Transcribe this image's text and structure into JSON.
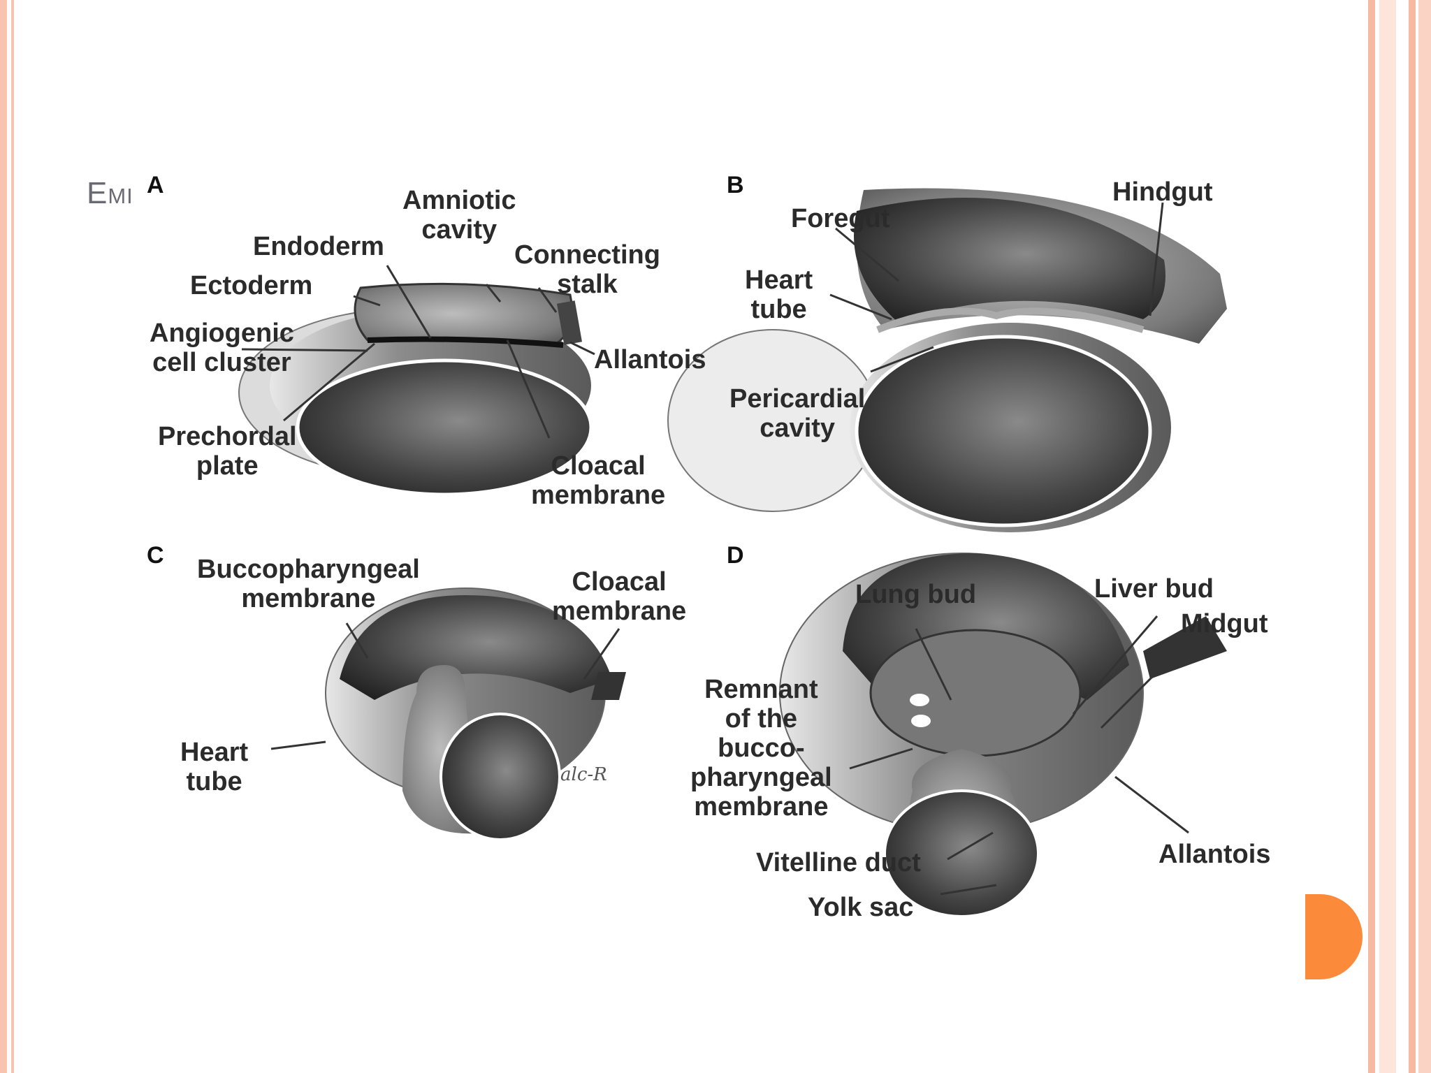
{
  "slide": {
    "title": "Emi",
    "accent_color": "#fb8a3b",
    "decor_color": "#f8b9a3"
  },
  "figure": {
    "panels": {
      "A": {
        "letter": "A",
        "labels": {
          "amniotic_cavity": "Amniotic\ncavity",
          "endoderm": "Endoderm",
          "connecting_stalk": "Connecting\nstalk",
          "ectoderm": "Ectoderm",
          "angiogenic_cell_cluster": "Angiogenic\ncell cluster",
          "allantois": "Allantois",
          "prechordal_plate": "Prechordal\nplate",
          "cloacal_membrane": "Cloacal\nmembrane"
        }
      },
      "B": {
        "letter": "B",
        "labels": {
          "hindgut": "Hindgut",
          "foregut": "Foregut",
          "heart_tube": "Heart\ntube",
          "pericardial_cavity": "Pericardial\ncavity"
        }
      },
      "C": {
        "letter": "C",
        "labels": {
          "buccopharyngeal_membrane": "Buccopharyngeal\nmembrane",
          "cloacal_membrane": "Cloacal\nmembrane",
          "heart_tube": "Heart\ntube"
        },
        "signature": "alc-R"
      },
      "D": {
        "letter": "D",
        "labels": {
          "lung_bud": "Lung bud",
          "liver_bud": "Liver bud",
          "midgut": "Midgut",
          "remnant": "Remnant\nof the\nbucco-\npharyngeal\nmembrane",
          "vitelline_duct": "Vitelline duct",
          "allantois": "Allantois",
          "yolk_sac": "Yolk sac"
        }
      }
    }
  }
}
